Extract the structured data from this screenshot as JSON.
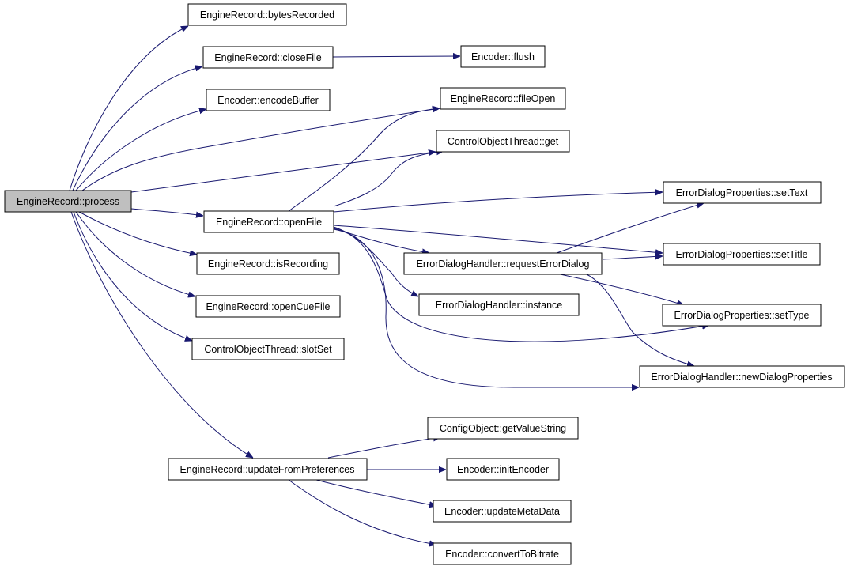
{
  "colors": {
    "edge": "#191970",
    "current_node_fill": "#bfbfbf",
    "node_fill": "#ffffff",
    "node_border": "#000000"
  },
  "nodes": {
    "process": "EngineRecord::process",
    "bytesRecorded": "EngineRecord::bytesRecorded",
    "closeFile": "EngineRecord::closeFile",
    "flush": "Encoder::flush",
    "encodeBuffer": "Encoder::encodeBuffer",
    "fileOpen": "EngineRecord::fileOpen",
    "cotGet": "ControlObjectThread::get",
    "openFile": "EngineRecord::openFile",
    "setText": "ErrorDialogProperties::setText",
    "requestErrorDialog": "ErrorDialogHandler::requestErrorDialog",
    "setTitle": "ErrorDialogProperties::setTitle",
    "isRecording": "EngineRecord::isRecording",
    "instance": "ErrorDialogHandler::instance",
    "openCueFile": "EngineRecord::openCueFile",
    "setType": "ErrorDialogProperties::setType",
    "slotSet": "ControlObjectThread::slotSet",
    "newDialogProperties": "ErrorDialogHandler::newDialogProperties",
    "getValueString": "ConfigObject::getValueString",
    "updateFromPreferences": "EngineRecord::updateFromPreferences",
    "initEncoder": "Encoder::initEncoder",
    "updateMetaData": "Encoder::updateMetaData",
    "convertToBitrate": "Encoder::convertToBitrate"
  },
  "edges": [
    [
      "process",
      "bytesRecorded"
    ],
    [
      "process",
      "closeFile"
    ],
    [
      "process",
      "encodeBuffer"
    ],
    [
      "process",
      "fileOpen"
    ],
    [
      "process",
      "cotGet"
    ],
    [
      "process",
      "openFile"
    ],
    [
      "process",
      "isRecording"
    ],
    [
      "process",
      "openCueFile"
    ],
    [
      "process",
      "slotSet"
    ],
    [
      "process",
      "updateFromPreferences"
    ],
    [
      "closeFile",
      "flush"
    ],
    [
      "openFile",
      "fileOpen"
    ],
    [
      "openFile",
      "cotGet"
    ],
    [
      "openFile",
      "setText"
    ],
    [
      "openFile",
      "requestErrorDialog"
    ],
    [
      "openFile",
      "setTitle"
    ],
    [
      "openFile",
      "instance"
    ],
    [
      "openFile",
      "setType"
    ],
    [
      "openFile",
      "newDialogProperties"
    ],
    [
      "requestErrorDialog",
      "setText"
    ],
    [
      "requestErrorDialog",
      "setTitle"
    ],
    [
      "requestErrorDialog",
      "setType"
    ],
    [
      "requestErrorDialog",
      "newDialogProperties"
    ],
    [
      "updateFromPreferences",
      "getValueString"
    ],
    [
      "updateFromPreferences",
      "initEncoder"
    ],
    [
      "updateFromPreferences",
      "updateMetaData"
    ],
    [
      "updateFromPreferences",
      "convertToBitrate"
    ]
  ]
}
